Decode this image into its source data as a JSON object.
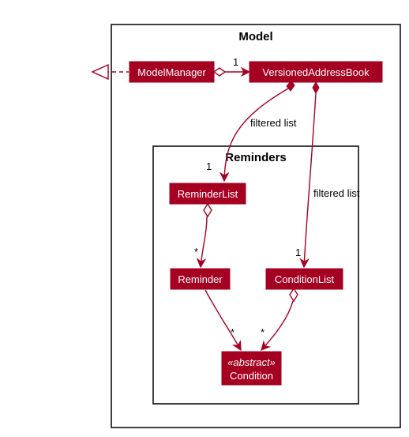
{
  "packages": {
    "model": "Model",
    "reminders": "Reminders"
  },
  "classes": {
    "model_manager": "ModelManager",
    "versioned_address_book": "VersionedAddressBook",
    "reminder_list": "ReminderList",
    "reminder": "Reminder",
    "condition_list": "ConditionList",
    "condition_stereotype": "«abstract»",
    "condition": "Condition"
  },
  "multiplicities": {
    "vab_from_manager": "1",
    "reminder_list": "1",
    "reminder": "*",
    "condition_list": "1",
    "condition_from_reminder": "*",
    "condition_from_list": "*"
  },
  "edge_labels": {
    "vab_to_reminder_list": "filtered list",
    "vab_to_condition_list": "filtered list"
  },
  "colors": {
    "class_fill": "#a50021",
    "class_text": "#ffffff",
    "edge": "#a50021"
  }
}
